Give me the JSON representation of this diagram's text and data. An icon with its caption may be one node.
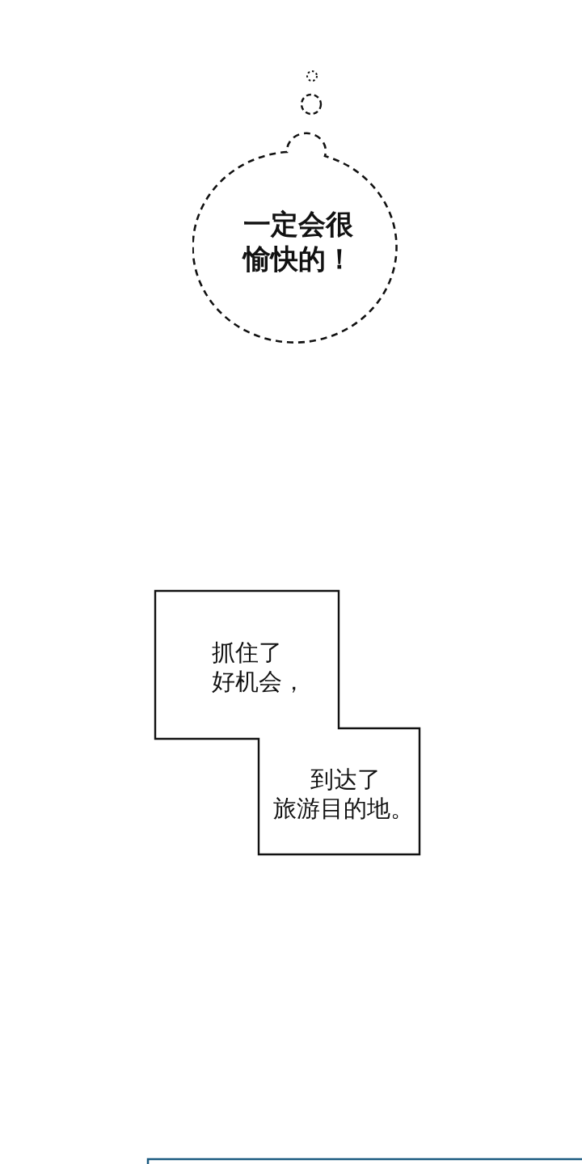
{
  "diagram": {
    "nodes": [
      {
        "text": [
          "一定会很愉快的！"
        ]
      },
      {
        "text": [
          "抓住了好机会，",
          "到达了旅游目的地。"
        ]
      }
    ]
  }
}
